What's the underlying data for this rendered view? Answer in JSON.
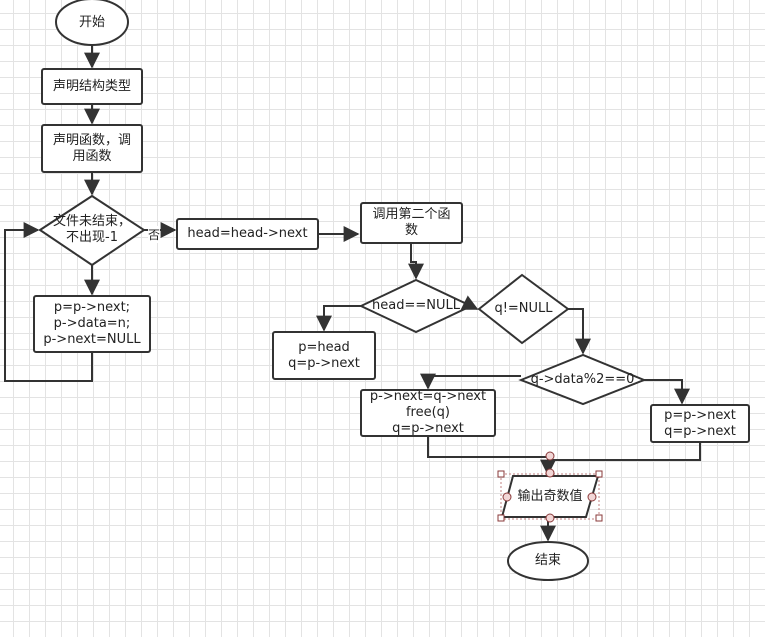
{
  "diagram": {
    "nodes": {
      "start": "开始",
      "declare_struct": "声明结构类型",
      "declare_func": "声明函数，调\n用函数",
      "eof_check": "文件未结束，\n不出现-1",
      "assign_block": "p=p->next;\np->data=n;\np->next=NULL",
      "head_next": "head=head->next",
      "call_second": "调用第二个函\n数",
      "head_null": "head==NULL",
      "q_not_null": "q!=NULL",
      "p_head": "p=head\nq=p->next",
      "q_mod2": "q->data%2==0",
      "remove_block": "p->next=q->next\nfree(q)\nq=p->next",
      "advance_block": "p=p->next\nq=p->next",
      "output_odd": "输出奇数值",
      "end": "结束"
    },
    "edge_labels": {
      "no": "否"
    }
  }
}
